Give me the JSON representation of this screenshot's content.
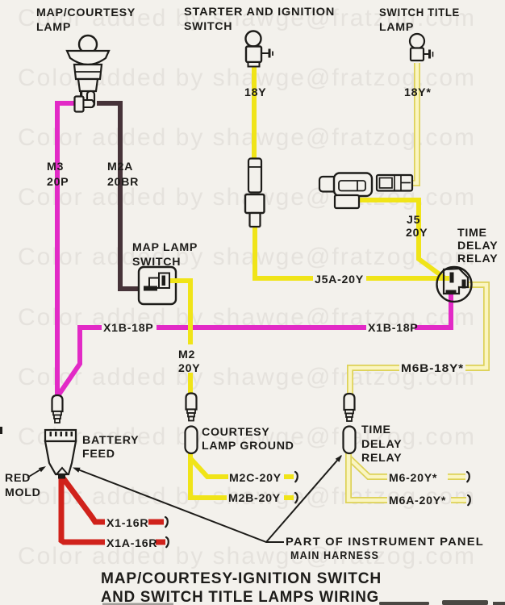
{
  "watermark": {
    "text": "Color added by shawge@fratzog.com",
    "color": "#dbd8d3"
  },
  "colors": {
    "background": "#f3f1ec",
    "ink": "#1d1c19",
    "magenta_wire": "#e22ac6",
    "yellow_wire": "#f0e418",
    "pale_yellow_fill": "#faf5c1",
    "pale_yellow_edge": "#ddd157",
    "red_wire": "#d0221b",
    "brown_wire": "#463339"
  },
  "labels": {
    "map_courtesy_lamp_1": "MAP/COURTESY",
    "map_courtesy_lamp_2": "LAMP",
    "starter_ignition_1": "STARTER AND IGNITION",
    "starter_ignition_2": "SWITCH",
    "switch_title_lamp_1": "SWITCH TITLE",
    "switch_title_lamp_2": "LAMP",
    "wire_18y": "18Y",
    "wire_18y_star": "18Y*",
    "wire_m3": "M3",
    "wire_m3_gauge": "20P",
    "wire_m2a": "M2A",
    "wire_m2a_gauge": "20BR",
    "map_lamp_switch_1": "MAP LAMP",
    "map_lamp_switch_2": "SWITCH",
    "wire_j5": "J5",
    "wire_j5_gauge": "20Y",
    "time_delay_relay_top_1": "TIME",
    "time_delay_relay_top_2": "DELAY",
    "time_delay_relay_top_3": "RELAY",
    "wire_j5a": "J5A-20Y",
    "wire_x1b_left": "X1B-18P",
    "wire_x1b_right": "X1B-18P",
    "wire_m2": "M2",
    "wire_m2_gauge": "20Y",
    "wire_m6b": "M6B-18Y*",
    "battery_feed_1": "BATTERY",
    "battery_feed_2": "FEED",
    "red_mold_1": "RED",
    "red_mold_2": "MOLD",
    "courtesy_lamp_ground_1": "COURTESY",
    "courtesy_lamp_ground_2": "LAMP GROUND",
    "time_delay_relay_bottom_1": "TIME",
    "time_delay_relay_bottom_2": "DELAY",
    "time_delay_relay_bottom_3": "RELAY",
    "wire_m2c": "M2C-20Y",
    "wire_m2b": "M2B-20Y",
    "wire_m6": "M6-20Y*",
    "wire_m6a": "M6A-20Y*",
    "wire_x1": "X1-16R",
    "wire_x1a": "X1A-16R",
    "harness_note_1": "PART OF INSTRUMENT PANEL",
    "harness_note_2": "MAIN HARNESS"
  },
  "title": {
    "line1": "MAP/COURTESY-IGNITION SWITCH",
    "line2": "AND SWITCH TITLE LAMPS WIRING"
  }
}
